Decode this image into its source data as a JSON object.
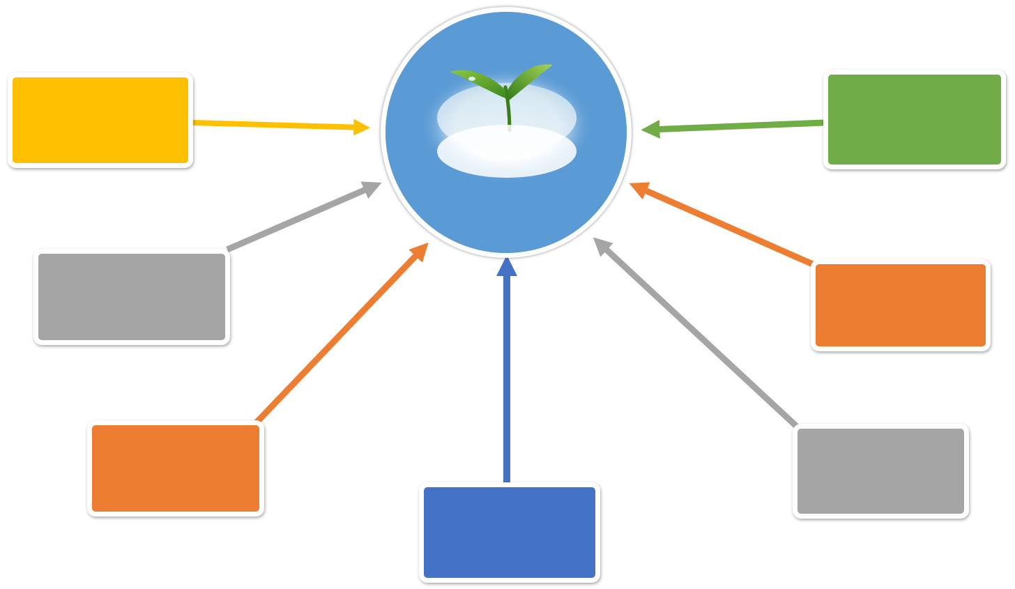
{
  "colors": {
    "hub": "#5B9BD5",
    "yellow": "#FFC000",
    "green": "#70AD47",
    "grey": "#A5A5A5",
    "orange": "#ED7D31",
    "blue": "#4472C4",
    "border": "#FFFFFF"
  },
  "hub": {
    "label": "",
    "image": "seedling-sprout-icon"
  },
  "nodes": [
    {
      "name": "node-yellow",
      "color": "yellow",
      "label": ""
    },
    {
      "name": "node-green",
      "color": "green",
      "label": ""
    },
    {
      "name": "node-grey-left",
      "color": "grey",
      "label": ""
    },
    {
      "name": "node-orange-right",
      "color": "orange",
      "label": ""
    },
    {
      "name": "node-orange-left",
      "color": "orange",
      "label": ""
    },
    {
      "name": "node-grey-right",
      "color": "grey",
      "label": ""
    },
    {
      "name": "node-blue",
      "color": "blue",
      "label": ""
    }
  ]
}
